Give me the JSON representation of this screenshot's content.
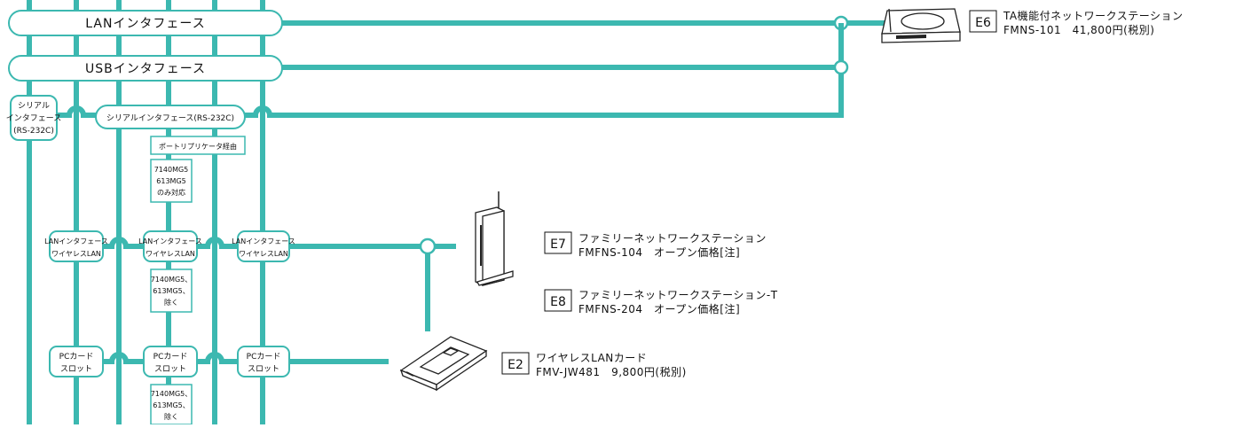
{
  "interfaces": {
    "lan": "LANインタフェース",
    "usb": "USBインタフェース",
    "serial_left": [
      "シリアル",
      "インタフェース",
      "(RS-232C)"
    ],
    "serial_mid": "シリアルインタフェース(RS-232C)",
    "port_replicator": "ポートリプリケータ経由",
    "note_serial": [
      "7140MG5",
      "613MG5",
      "のみ対応"
    ],
    "lan_wireless": [
      "LANインタフェース",
      "ワイヤレスLAN"
    ],
    "note_lan": [
      "7140MG5、",
      "613MG5、",
      "除く"
    ],
    "pccard": [
      "PCカード",
      "スロット"
    ],
    "note_pccard": [
      "7140MG5、",
      "613MG5、",
      "除く"
    ]
  },
  "products": {
    "e6": {
      "tag": "E6",
      "name": "TA機能付ネットワークステーション",
      "model": "FMNS-101　41,800円(税別)",
      "icon": "router-station-icon"
    },
    "e7": {
      "tag": "E7",
      "name": "ファミリーネットワークステーション",
      "model": "FMFNS-104　オープン価格[注]",
      "icon": "access-point-icon"
    },
    "e8": {
      "tag": "E8",
      "name": "ファミリーネットワークステーション-T",
      "model": "FMFNS-204　オープン価格[注]"
    },
    "e2": {
      "tag": "E2",
      "name": "ワイヤレスLANカード",
      "model": "FMV-JW481　9,800円(税別)",
      "icon": "wireless-lan-card-icon"
    }
  },
  "colors": {
    "line": "#3cb8b0",
    "text": "#111111"
  }
}
